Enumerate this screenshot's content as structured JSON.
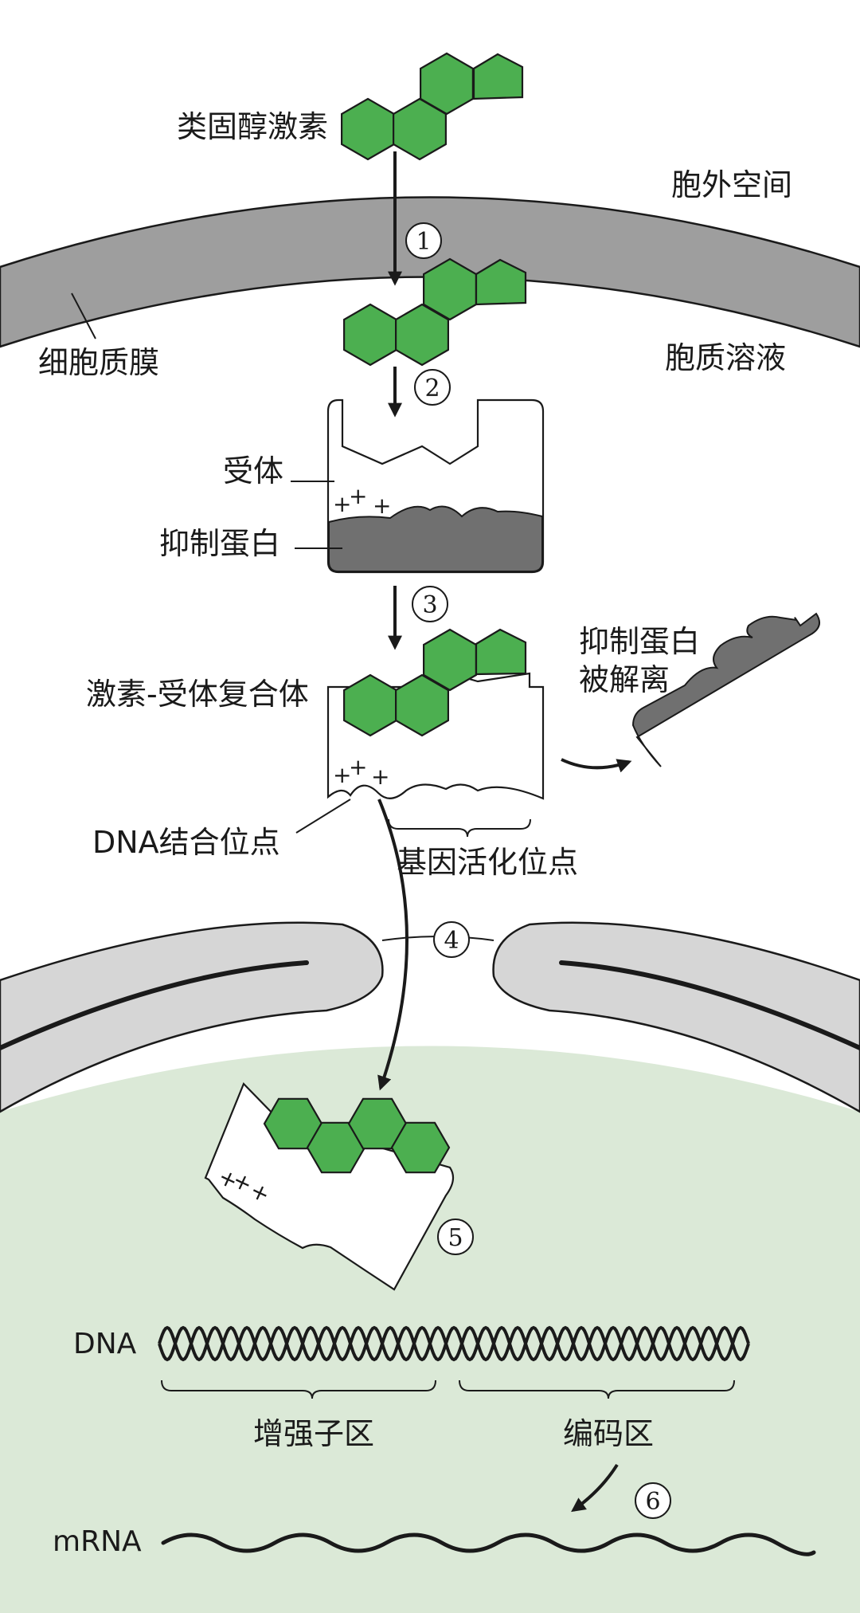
{
  "colors": {
    "hormone": "#4caf50",
    "membrane": "#9e9e9e",
    "inhibitor": "#707070",
    "nuclear_envelope": "#d6d6d6",
    "nucleoplasm": "#dbe9d7",
    "outline": "#1a1a1a"
  },
  "labels": {
    "steroid_hormone": "类固醇激素",
    "extracellular_space": "胞外空间",
    "cell_membrane": "细胞质膜",
    "cytosol": "胞质溶液",
    "receptor": "受体",
    "inhibitor_protein": "抑制蛋白",
    "hormone_receptor_complex": "激素-受体复合体",
    "inhibitor_released_line1": "抑制蛋白",
    "inhibitor_released_line2": "被解离",
    "dna_binding_site": "DNA结合位点",
    "gene_activation_site": "基因活化位点",
    "dna": "DNA",
    "enhancer_region": "增强子区",
    "coding_region": "编码区",
    "mrna": "mRNA"
  },
  "steps": [
    "1",
    "2",
    "3",
    "4",
    "5",
    "6"
  ],
  "charge": {
    "plus": "+"
  }
}
